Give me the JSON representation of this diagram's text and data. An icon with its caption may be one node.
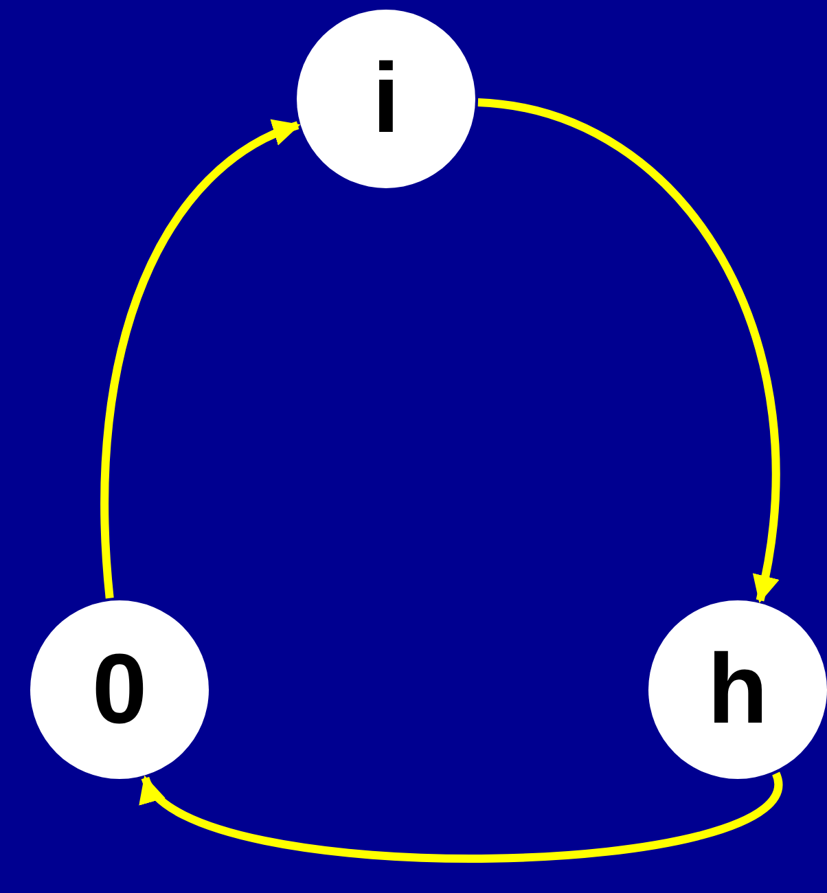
{
  "diagram": {
    "nodes": [
      {
        "text": [
          "i"
        ]
      },
      {
        "text": [
          "0"
        ]
      },
      {
        "text": [
          "h"
        ]
      }
    ],
    "edges": [
      {
        "from": 1,
        "to": 0,
        "arrow": "to"
      },
      {
        "from": 0,
        "to": 2,
        "arrow": "to"
      },
      {
        "from": 2,
        "to": 1,
        "arrow": "to"
      }
    ]
  }
}
